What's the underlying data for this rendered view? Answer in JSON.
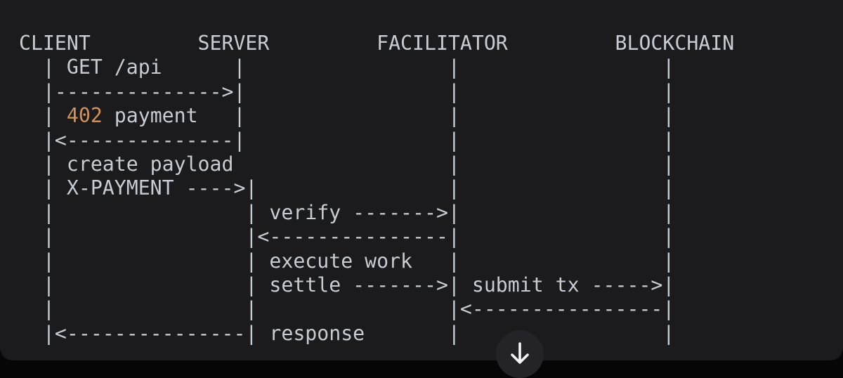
{
  "panel": {
    "background": "#1b1b1d",
    "page_background": "#060607",
    "text_color": "#c6ccd3"
  },
  "diagram": {
    "actors": [
      "CLIENT",
      "SERVER",
      "FACILITATOR",
      "BLOCKCHAIN"
    ],
    "messages": [
      {
        "from": "CLIENT",
        "to": "SERVER",
        "label": "GET /api"
      },
      {
        "from": "SERVER",
        "to": "CLIENT",
        "label": "402 payment"
      },
      {
        "from": "CLIENT",
        "to": "CLIENT",
        "label": "create payload"
      },
      {
        "from": "CLIENT",
        "to": "SERVER",
        "label": "X-PAYMENT"
      },
      {
        "from": "SERVER",
        "to": "FACILITATOR",
        "label": "verify"
      },
      {
        "from": "FACILITATOR",
        "to": "SERVER",
        "label": ""
      },
      {
        "from": "SERVER",
        "to": "SERVER",
        "label": "execute work"
      },
      {
        "from": "SERVER",
        "to": "FACILITATOR",
        "label": "settle"
      },
      {
        "from": "FACILITATOR",
        "to": "BLOCKCHAIN",
        "label": "submit tx"
      },
      {
        "from": "BLOCKCHAIN",
        "to": "FACILITATOR",
        "label": ""
      },
      {
        "from": "SERVER",
        "to": "CLIENT",
        "label": "response"
      }
    ],
    "lines": [
      "CLIENT         SERVER         FACILITATOR         BLOCKCHAIN",
      "  | GET /api      |                 |                 |",
      "  |-------------->|                 |                 |",
      "  | 402 payment   |                 |                 |",
      "  |<--------------|                 |                 |",
      "  | create payload                  |                 |",
      "  | X-PAYMENT ---->|                |                 |",
      "  |                | verify ------->|                 |",
      "  |                |<---------------|                 |",
      "  |                | execute work   |                 |",
      "  |                | settle ------->| submit tx ----->|",
      "  |                |                |<----------------|",
      "  |<---------------| response       |                 |"
    ],
    "highlight": {
      "line_index": 3,
      "token": "402",
      "color": "#d1935a"
    }
  },
  "scroll_button": {
    "icon": "down-arrow",
    "background": "#242428",
    "arrow_color": "#f5f6f7"
  }
}
